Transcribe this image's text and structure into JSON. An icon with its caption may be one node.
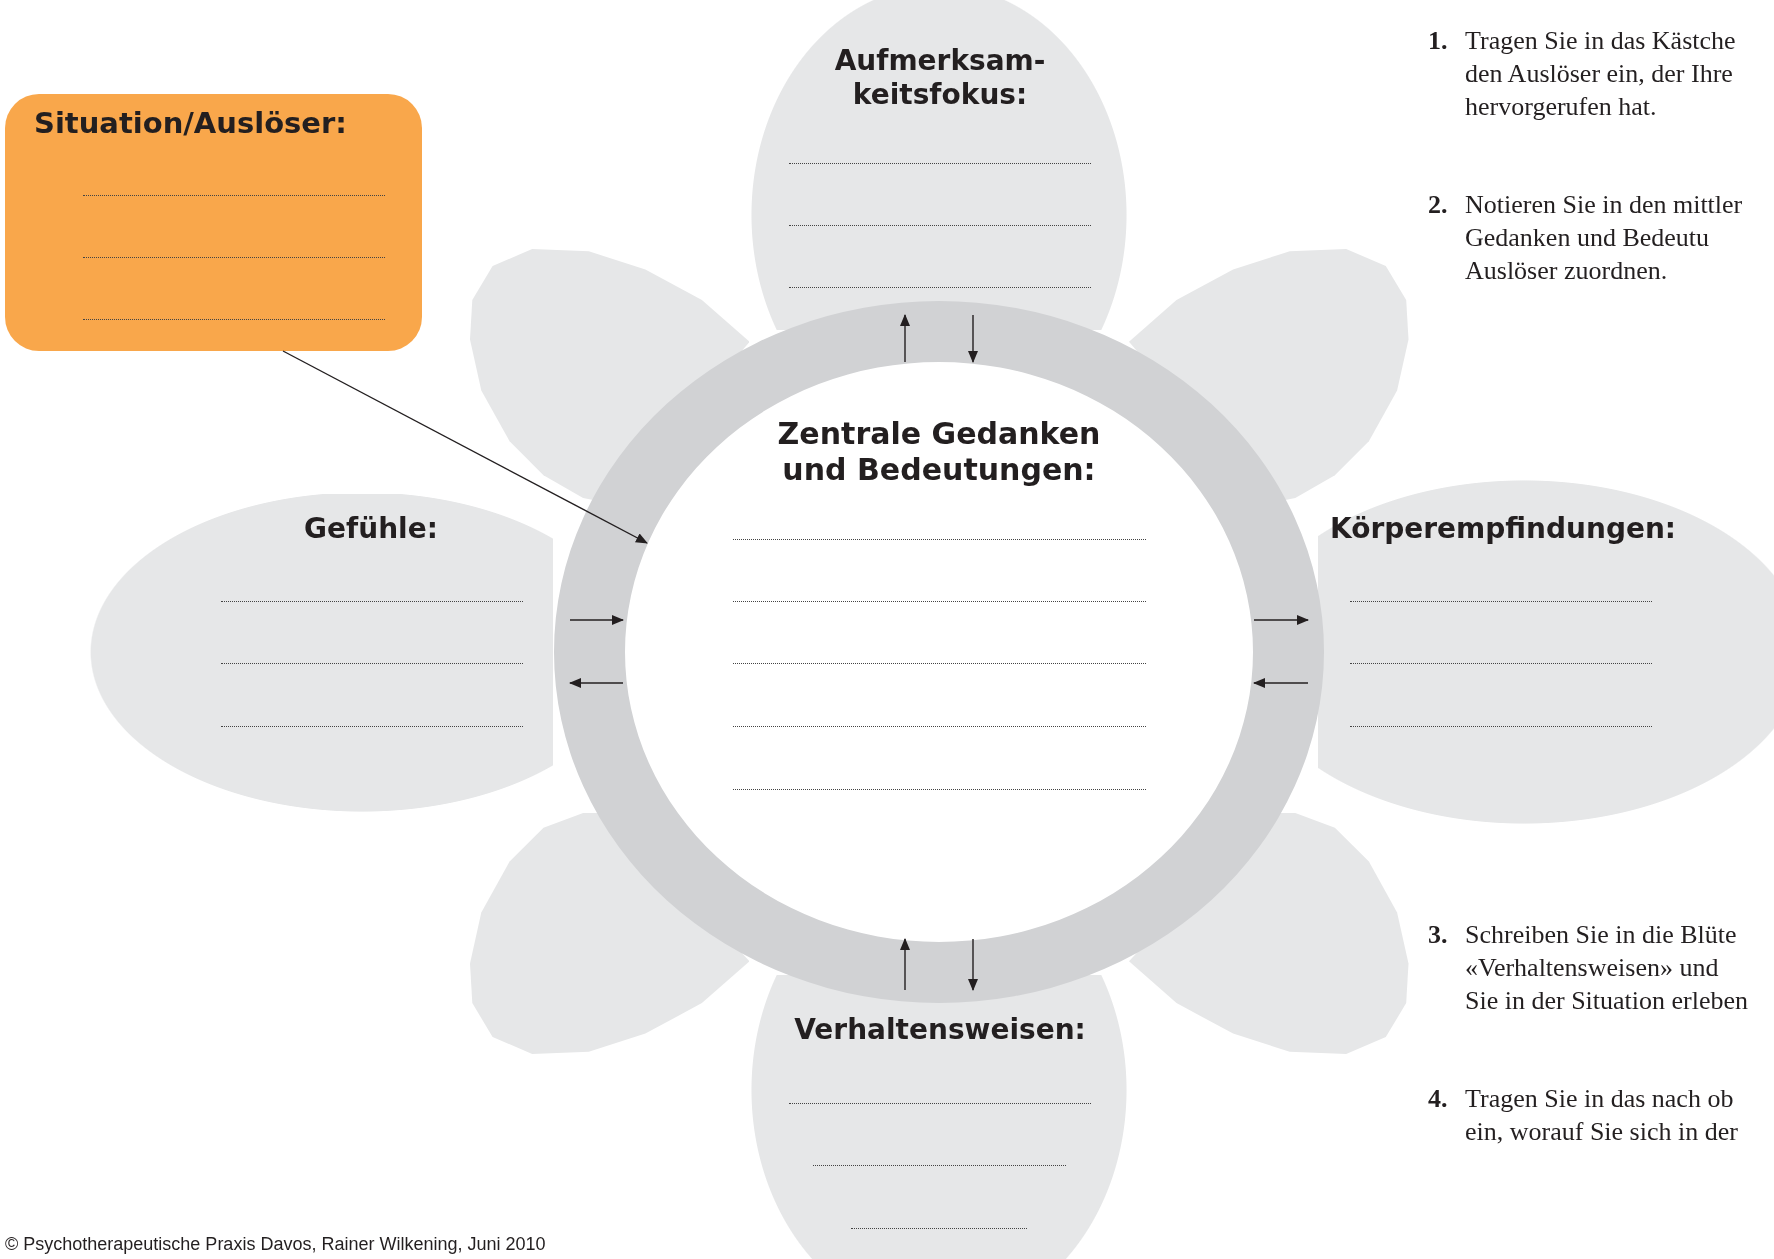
{
  "diagram": {
    "nodes": [
      {
        "text": [
          "Situation/Auslöser:"
        ]
      },
      {
        "text": [
          "Aufmerksam- keitsfokus:"
        ]
      },
      {
        "text": [
          "Zentrale Gedanken und Bedeutungen:"
        ]
      },
      {
        "text": [
          "Gefühle:"
        ]
      },
      {
        "text": [
          "Körperempfindungen:"
        ]
      },
      {
        "text": [
          "Verhaltensweisen:"
        ]
      },
      {
        "text": [],
        "shape": "ellipse"
      },
      {
        "text": [],
        "shape": "ellipse"
      },
      {
        "text": [],
        "shape": "ellipse"
      },
      {
        "text": [],
        "shape": "ellipse"
      }
    ],
    "edges": [
      {
        "from": 0,
        "to": 2,
        "arrow": "to"
      },
      {
        "from": 2,
        "to": 1,
        "arrow": "to"
      },
      {
        "from": 1,
        "to": 2,
        "arrow": "to"
      },
      {
        "from": 3,
        "to": 2,
        "arrow": "to"
      },
      {
        "from": 2,
        "to": 3,
        "arrow": "to"
      },
      {
        "from": 2,
        "to": 4,
        "arrow": "to"
      },
      {
        "from": 4,
        "to": 2,
        "arrow": "to"
      },
      {
        "from": 5,
        "to": 2,
        "arrow": "to"
      },
      {
        "from": 2,
        "to": 5,
        "arrow": "to"
      }
    ],
    "labels": [
      "1.",
      "Tragen Sie in das Kästche",
      "den Auslöser ein, der Ihre",
      "hervorgerufen hat.",
      "2.",
      "Notieren Sie in den mittler",
      "Gedanken und Bedeutu",
      "Auslöser zuordnen.",
      "3.",
      "Schreiben Sie in die Blüte",
      "«Verhaltensweisen» und",
      "Sie in der Situation erleben",
      "4.",
      "Tragen Sie in das nach ob",
      "ein, worauf Sie sich in der",
      "© Psychotherapeutische Praxis Davos, Rainer Wilkening, Juni 2010"
    ]
  }
}
